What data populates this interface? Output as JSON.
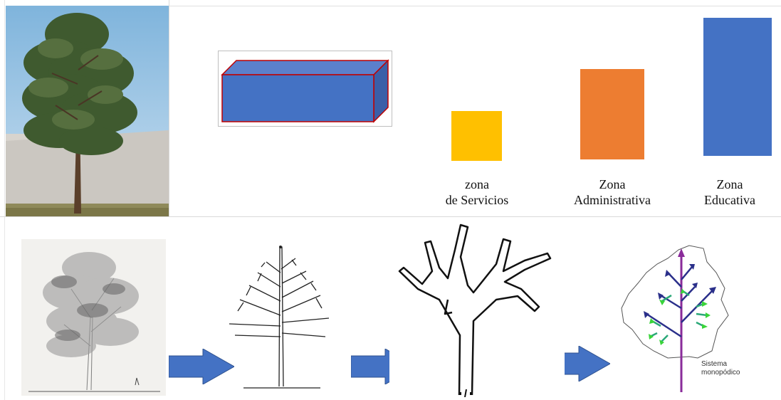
{
  "zones": [
    {
      "line1": "zona",
      "line2": "de Servicios",
      "color": "#ffc000",
      "relative_height": 70
    },
    {
      "line1": "Zona",
      "line2": "Administrativa",
      "color": "#ed7d31",
      "relative_height": 127
    },
    {
      "line1": "Zona",
      "line2": "Educativa",
      "color": "#4472c4",
      "relative_height": 194
    }
  ],
  "cube": {
    "face_color": "#4472c4",
    "edge_color": "#c00000"
  },
  "arrows": {
    "color": "#4472c4"
  },
  "monopodial_caption": {
    "line1": "Sistema",
    "line2": "monopódico"
  }
}
